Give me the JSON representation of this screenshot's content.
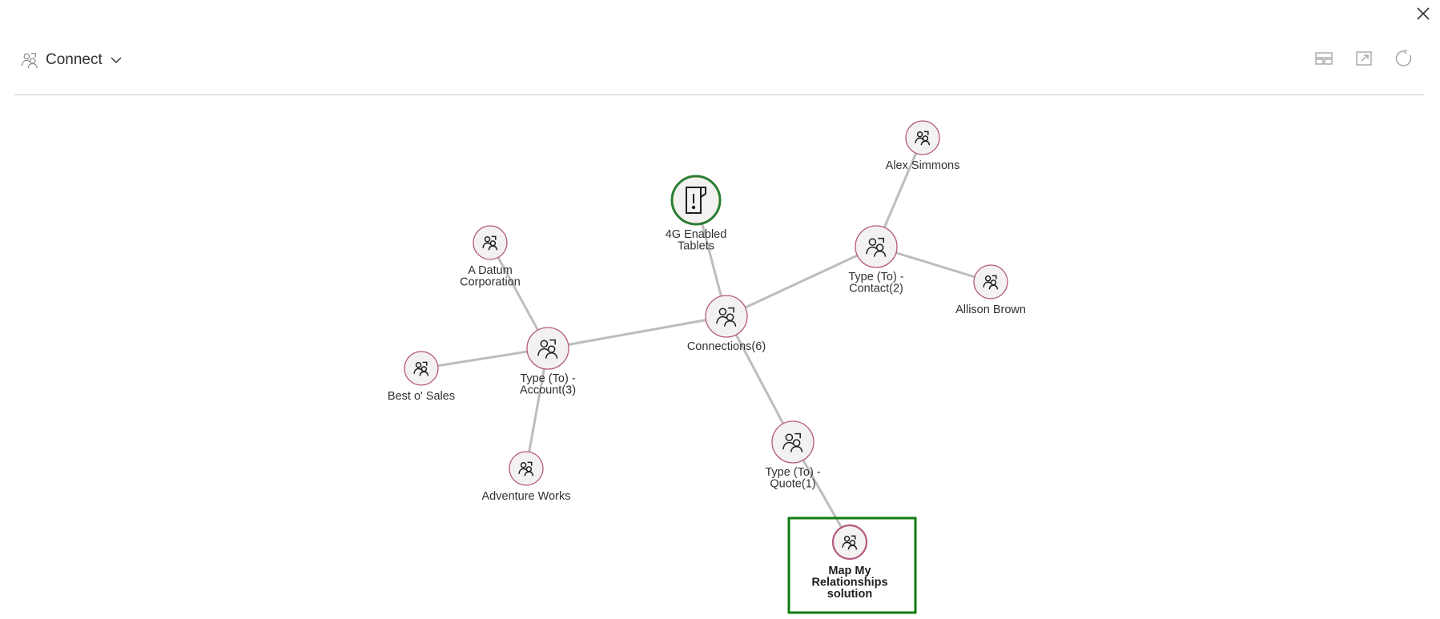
{
  "toolbar": {
    "view_label": "Connect",
    "user_icon": "connection-icon",
    "dropdown_icon": "chevron-down-icon",
    "right_icons": [
      "layout-icon",
      "expand-icon",
      "refresh-icon"
    ],
    "close_icon": "close-icon"
  },
  "colors": {
    "node_border": "#b4587f",
    "focus_node_border": "#2e7d32",
    "selection_box": "#107c10",
    "edge": "#bdbdbd",
    "node_fill": "#f3f2f1"
  },
  "graph": {
    "nodes": [
      {
        "id": "tablets",
        "label_lines": [
          "4G Enabled",
          "Tablets"
        ],
        "kind": "focus",
        "icon": "document-alert-icon"
      },
      {
        "id": "connections",
        "label_lines": [
          "Connections(6)"
        ],
        "kind": "group",
        "icon": "connection-icon"
      },
      {
        "id": "contact_group",
        "label_lines": [
          "Type (To) -",
          "Contact(2)"
        ],
        "kind": "group",
        "icon": "connection-icon"
      },
      {
        "id": "alex",
        "label_lines": [
          "Alex Simmons"
        ],
        "kind": "leaf",
        "icon": "connection-icon"
      },
      {
        "id": "allison",
        "label_lines": [
          "Allison Brown"
        ],
        "kind": "leaf",
        "icon": "connection-icon"
      },
      {
        "id": "account_group",
        "label_lines": [
          "Type (To) -",
          "Account(3)"
        ],
        "kind": "group",
        "icon": "connection-icon"
      },
      {
        "id": "adatum",
        "label_lines": [
          "A Datum",
          "Corporation"
        ],
        "kind": "leaf",
        "icon": "connection-icon"
      },
      {
        "id": "bestsales",
        "label_lines": [
          "Best o' Sales"
        ],
        "kind": "leaf",
        "icon": "connection-icon"
      },
      {
        "id": "adventure",
        "label_lines": [
          "Adventure Works"
        ],
        "kind": "leaf",
        "icon": "connection-icon"
      },
      {
        "id": "quote_group",
        "label_lines": [
          "Type (To) -",
          "Quote(1)"
        ],
        "kind": "group",
        "icon": "connection-icon"
      },
      {
        "id": "mapmy",
        "label_lines": [
          "Map My",
          "Relationships",
          "solution"
        ],
        "kind": "selected",
        "icon": "connection-icon"
      }
    ],
    "edges": [
      [
        "tablets",
        "connections"
      ],
      [
        "connections",
        "contact_group"
      ],
      [
        "contact_group",
        "alex"
      ],
      [
        "contact_group",
        "allison"
      ],
      [
        "connections",
        "account_group"
      ],
      [
        "account_group",
        "adatum"
      ],
      [
        "account_group",
        "bestsales"
      ],
      [
        "account_group",
        "adventure"
      ],
      [
        "connections",
        "quote_group"
      ],
      [
        "quote_group",
        "mapmy"
      ]
    ]
  }
}
